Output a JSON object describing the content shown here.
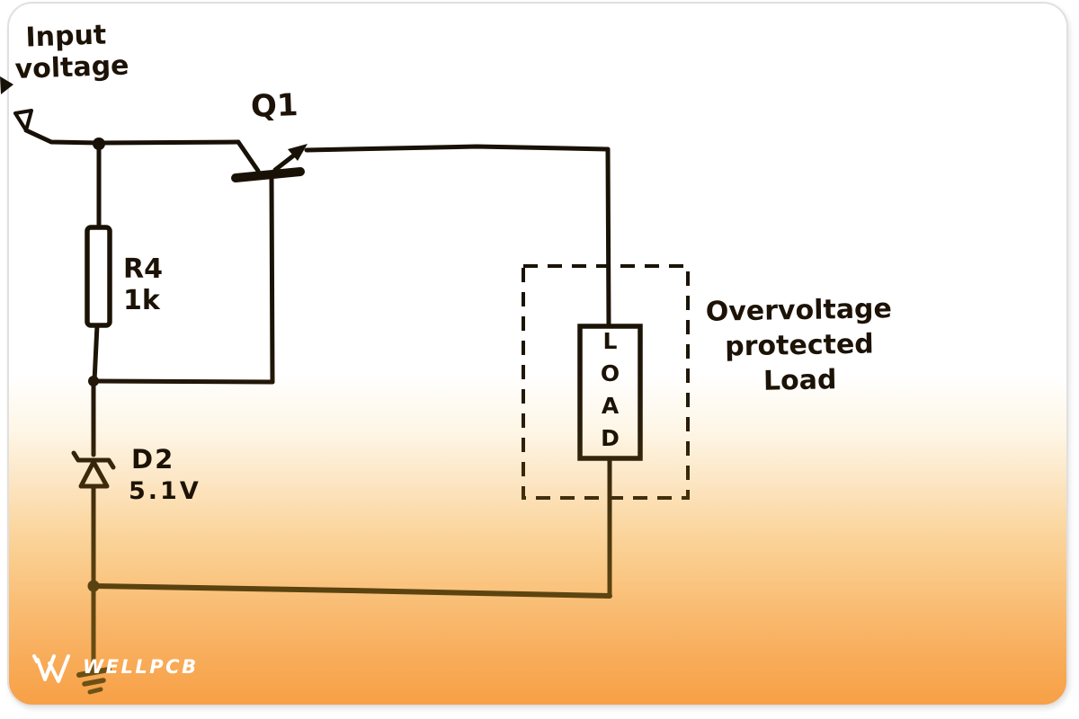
{
  "labels": {
    "input_voltage": "Input voltage",
    "q1": "Q1",
    "r4_name": "R4",
    "r4_value": "1k",
    "d2_name": "D2",
    "d2_value": "5.1V",
    "load": "LOAD",
    "overvoltage_note": "Overvoltage protected Load",
    "brand": "WELLPCB"
  },
  "circuit": {
    "type": "schematic",
    "description": "Hand-drawn overvoltage protection circuit",
    "components": [
      {
        "ref": "Q1",
        "type": "transistor",
        "role": "series pass element"
      },
      {
        "ref": "R4",
        "type": "resistor",
        "value": "1k"
      },
      {
        "ref": "D2",
        "type": "zener-diode",
        "value": "5.1V"
      },
      {
        "ref": "LOAD",
        "type": "load",
        "note": "Overvoltage protected Load",
        "enclosure": "dashed box"
      }
    ],
    "ports": [
      "Input voltage",
      "ground"
    ]
  },
  "colors": {
    "ink_dark": "#181006",
    "ink_brown": "#6f5316",
    "orange_bottom": "#f7a047",
    "card_border": "#e0e0e0",
    "logo": "#ffffff"
  }
}
